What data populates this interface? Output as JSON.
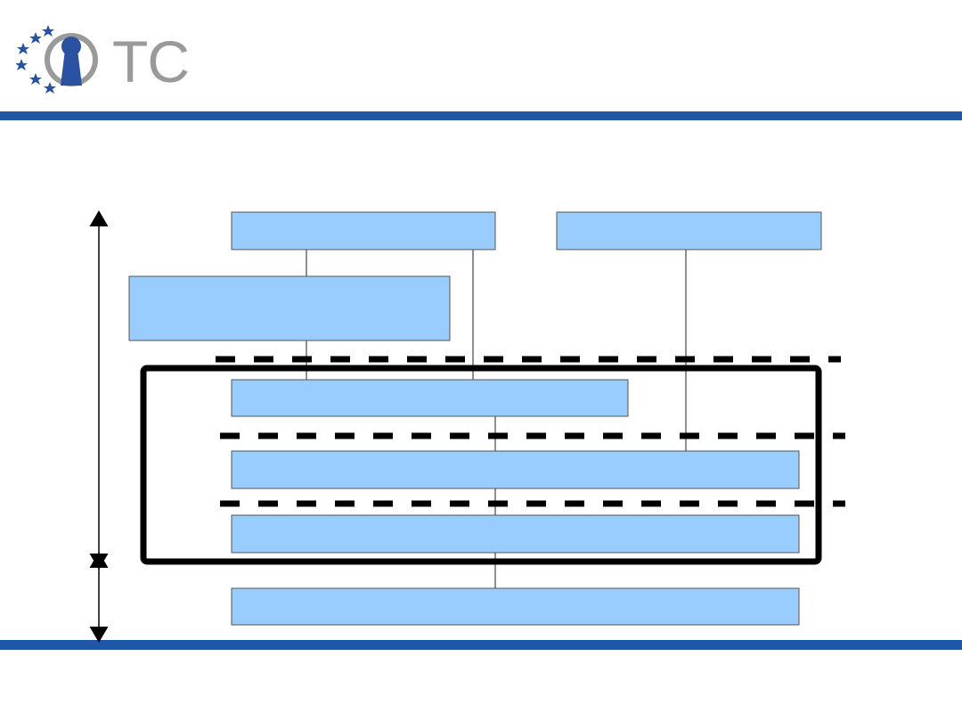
{
  "logo": {
    "text": "TC",
    "text_color": "#9a9a9a",
    "star_color": "#2a52a0",
    "keyhole_color": "#ffffff"
  },
  "colors": {
    "band": "#1f56a6",
    "box_fill": "#99ccff",
    "box_stroke": "#555555",
    "connector": "#222222",
    "frame": "#000000"
  },
  "diagram": {
    "boxes": [
      {
        "id": "box-top-left",
        "label": ""
      },
      {
        "id": "box-top-right",
        "label": ""
      },
      {
        "id": "box-middle-left",
        "label": ""
      },
      {
        "id": "box-layer-1",
        "label": ""
      },
      {
        "id": "box-layer-2",
        "label": ""
      },
      {
        "id": "box-layer-3",
        "label": ""
      },
      {
        "id": "box-bottom",
        "label": ""
      }
    ],
    "dashed_separators": 3
  }
}
